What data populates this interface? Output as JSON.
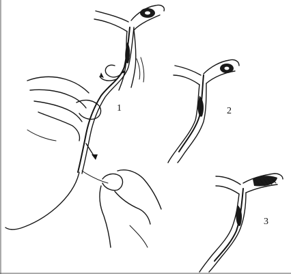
{
  "figure": {
    "panels": [
      {
        "id": "1",
        "label": "1"
      },
      {
        "id": "2",
        "label": "2"
      },
      {
        "id": "3",
        "label": "3"
      }
    ],
    "colors": {
      "ink": "#151515",
      "paper": "#ffffff",
      "shade": "#1a1a1a"
    }
  }
}
